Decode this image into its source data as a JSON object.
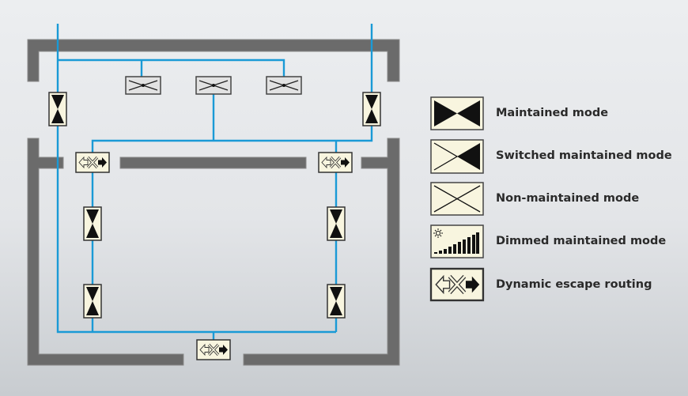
{
  "legend": {
    "items": [
      {
        "icon": "maintained-mode-icon",
        "label": "Maintained mode"
      },
      {
        "icon": "switched-maintained-mode-icon",
        "label": "Switched maintained mode"
      },
      {
        "icon": "non-maintained-mode-icon",
        "label": "Non-maintained mode"
      },
      {
        "icon": "dimmed-maintained-mode-icon",
        "label": "Dimmed maintained mode"
      },
      {
        "icon": "dynamic-escape-routing-icon",
        "label": "Dynamic escape routing"
      }
    ]
  },
  "colors": {
    "wiring": "#1a9ad6",
    "wall": "#6b6b6b",
    "fixture_fill": "#f8f5df",
    "non_maintained_fill": "#e2e2e2"
  }
}
